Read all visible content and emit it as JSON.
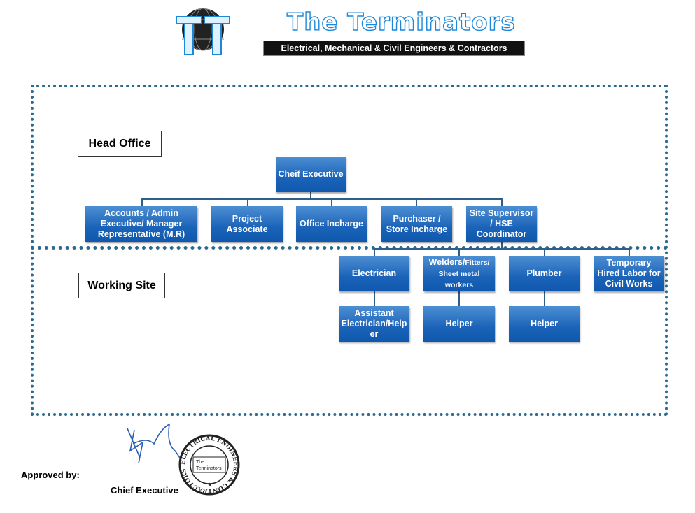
{
  "header": {
    "company_name": "The Terminators",
    "tagline": "Electrical, Mechanical & Civil Engineers & Contractors",
    "logo_icon": "tt-globe-logo-icon",
    "brand_color": "#1e88d8"
  },
  "sections": {
    "head_office": "Head Office",
    "working_site": "Working Site"
  },
  "org_chart": {
    "root": "Cheif Executive",
    "head_office_children": [
      "Accounts / Admin Executive/ Manager Representative (M.R)",
      "Project Associate",
      "Office Incharge",
      "Purchaser / Store Incharge",
      "Site Supervisor / HSE Coordinator"
    ],
    "site_roles": {
      "electrician": "Electrician",
      "welders_main": "Welders/",
      "welders_small": "Fitters/",
      "welders_rest": "Sheet metal workers",
      "plumber": "Plumber",
      "temporary": "Temporary Hired Labor for Civil Works"
    },
    "site_sub_roles": {
      "assistant_electrician": "Assistant Electrician/Help er",
      "welder_helper": "Helper",
      "plumber_helper": "Helper"
    },
    "node_color": "#1b63b8",
    "connector_color": "#2e5f8c",
    "frame_color": "#2b6a8e"
  },
  "approval": {
    "label": "Approved by:",
    "title": "Chief Executive",
    "stamp_text": "ELECTRICAL ENGINEERS & CONTRACTORS",
    "stamp_center": "The Terminators"
  }
}
